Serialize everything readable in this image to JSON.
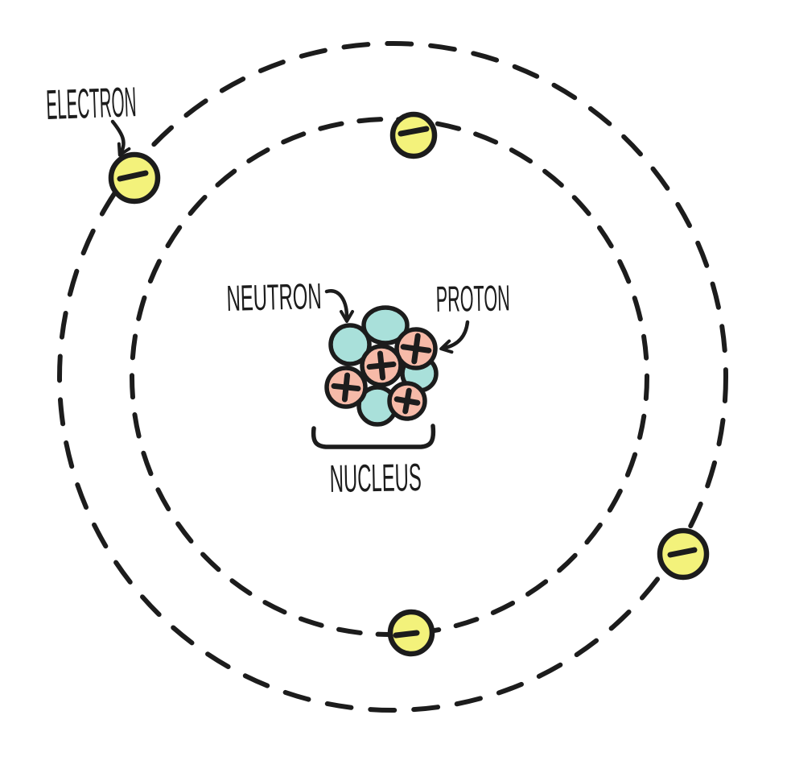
{
  "figure": {
    "type": "hand-drawn atom diagram",
    "background": "#ffffff"
  },
  "labels": {
    "electron": "ELECTRON",
    "neutron": "NEUTRON",
    "proton": "PROTON",
    "nucleus": "NUCLEUS"
  },
  "symbols": {
    "electron_charge": "−",
    "proton_charge": "+"
  },
  "colors": {
    "ink": "#1c1c1c",
    "electron_fill": "#f3f27b",
    "proton_fill": "#f6baa8",
    "neutron_fill": "#a9e0da"
  },
  "counts": {
    "orbits": 2,
    "electrons": 4,
    "protons": 4,
    "neutrons": 4
  }
}
